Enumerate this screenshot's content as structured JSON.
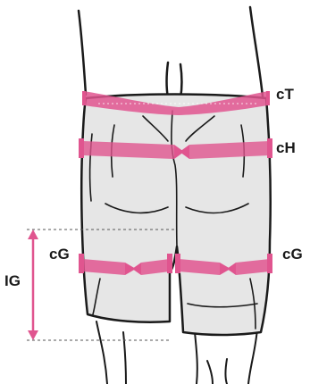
{
  "diagram": {
    "accent_color": "#e0558f",
    "garment_color": "#e6e6e6",
    "outline_color": "#1a1a1a",
    "labels": {
      "waist": "cT",
      "hip": "cH",
      "thigh_left": "cG",
      "thigh_right": "cG",
      "inseam": "IG"
    }
  }
}
